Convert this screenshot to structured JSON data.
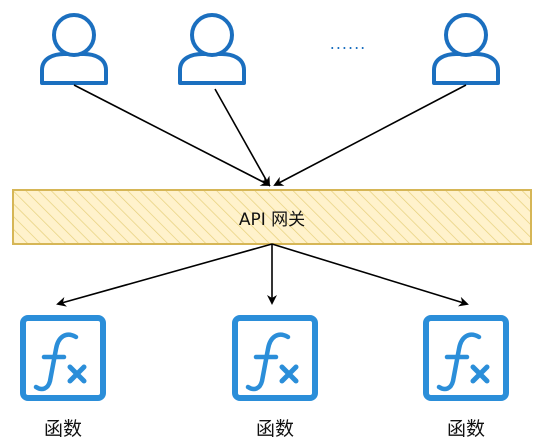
{
  "gateway": {
    "label": "API 网关",
    "fill": "#fff2cc",
    "stroke": "#d6b656"
  },
  "users": {
    "ellipsis": "......",
    "color": "#1b6fbf",
    "fill": "#ffffff"
  },
  "functions": {
    "labels": [
      "函数",
      "函数",
      "函数"
    ],
    "color": "#2b8ed9"
  },
  "arrows": {
    "color": "#000000"
  }
}
